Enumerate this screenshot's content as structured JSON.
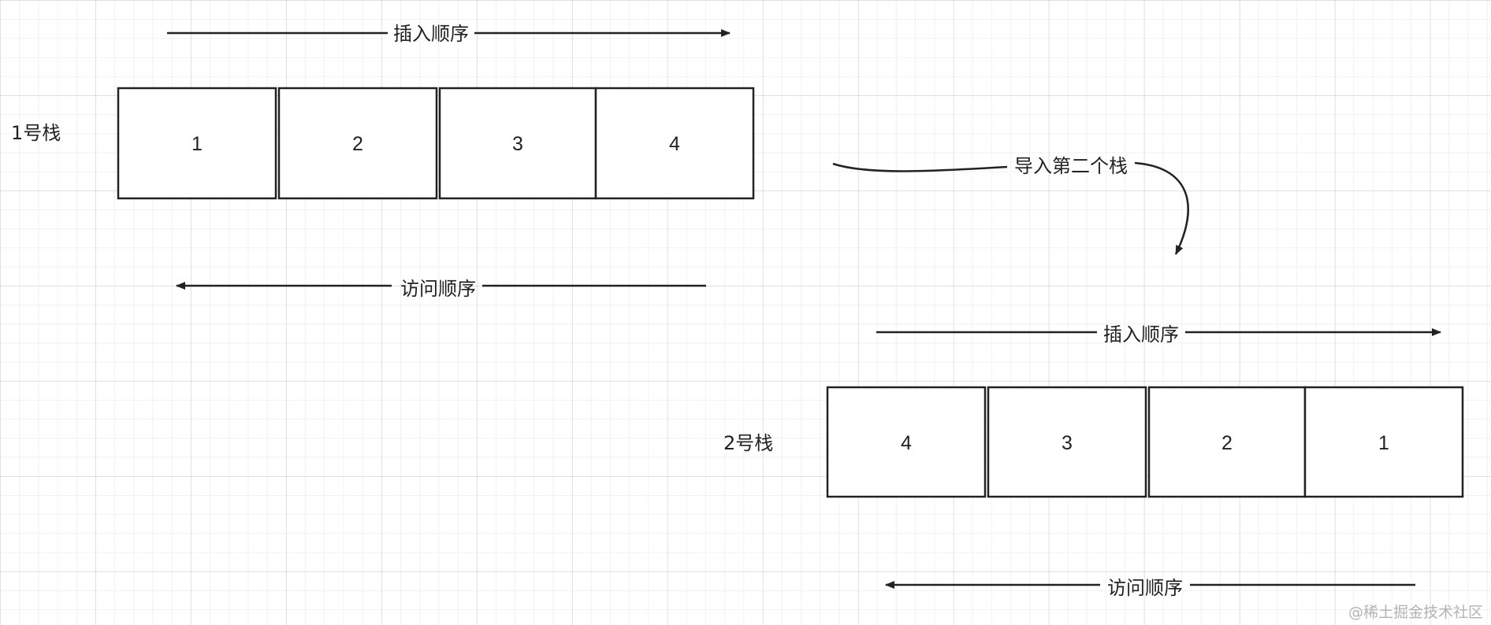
{
  "stack1": {
    "label": "1号栈",
    "cells": [
      "1",
      "2",
      "3",
      "4"
    ],
    "insert_label": "插入顺序",
    "access_label": "访问顺序"
  },
  "transfer_label": "导入第二个栈",
  "stack2": {
    "label": "2号栈",
    "cells": [
      "4",
      "3",
      "2",
      "1"
    ],
    "insert_label": "插入顺序",
    "access_label": "访问顺序"
  },
  "watermark": "@稀土掘金技术社区",
  "colors": {
    "stroke": "#222222",
    "grid": "#e6e6e6",
    "watermark": "#b3b3b3"
  }
}
